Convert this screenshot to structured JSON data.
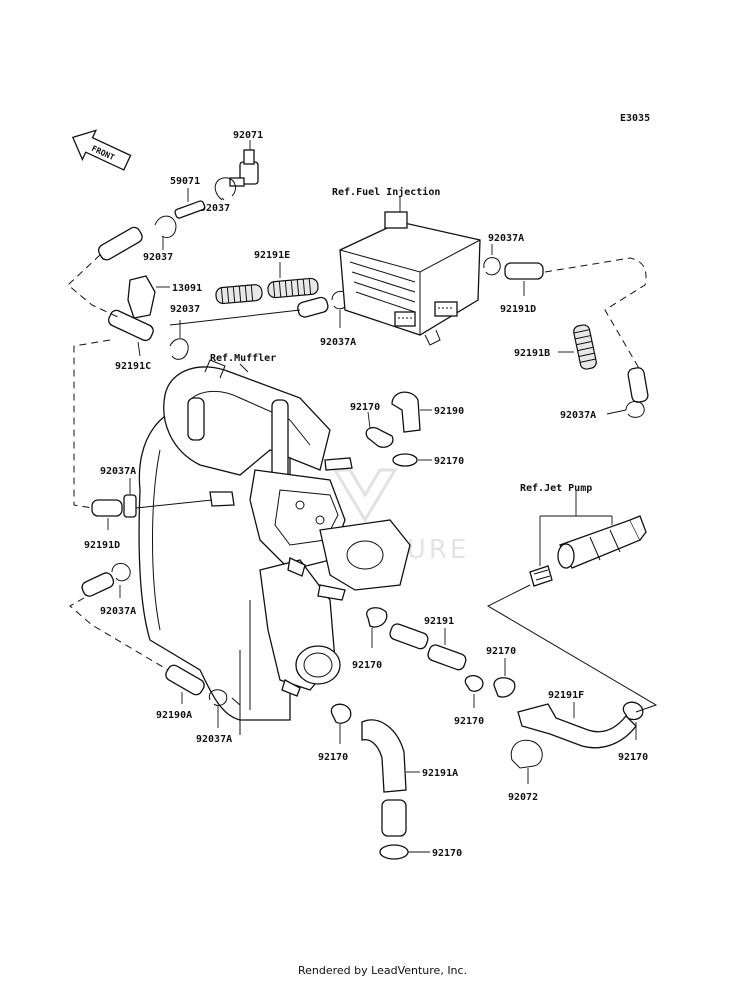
{
  "diagram_code": "E3035",
  "front_label": "FRONT",
  "watermark": "LEADVENTURE",
  "footer": "Rendered by LeadVenture, Inc.",
  "refs": {
    "fuel_injection": "Ref.Fuel Injection",
    "muffler": "Ref.Muffler",
    "jet_pump": "Ref.Jet Pump"
  },
  "parts": {
    "p92071": "92071",
    "p59071": "59071",
    "p92037_top": "92037",
    "p92037_left": "92037",
    "p13091": "13091",
    "p92037_mid": "92037",
    "p92191C": "92191C",
    "p92191E": "92191E",
    "p92037A_ecu": "92037A",
    "p92037A_right": "92037A",
    "p92191D_right": "92191D",
    "p92191B": "92191B",
    "p92037A_far": "92037A",
    "p92170_a": "92170",
    "p92190": "92190",
    "p92170_b": "92170",
    "p92037A_left": "92037A",
    "p92191D_left": "92191D",
    "p92037A_low": "92037A",
    "p92190A": "92190A",
    "p92037A_bottom": "92037A",
    "p92170_c": "92170",
    "p92191": "92191",
    "p92170_d": "92170",
    "p92170_e": "92170",
    "p92191F": "92191F",
    "p92170_f": "92170",
    "p92170_g": "92170",
    "p92191A": "92191A",
    "p92072": "92072",
    "p92170_h": "92170"
  }
}
